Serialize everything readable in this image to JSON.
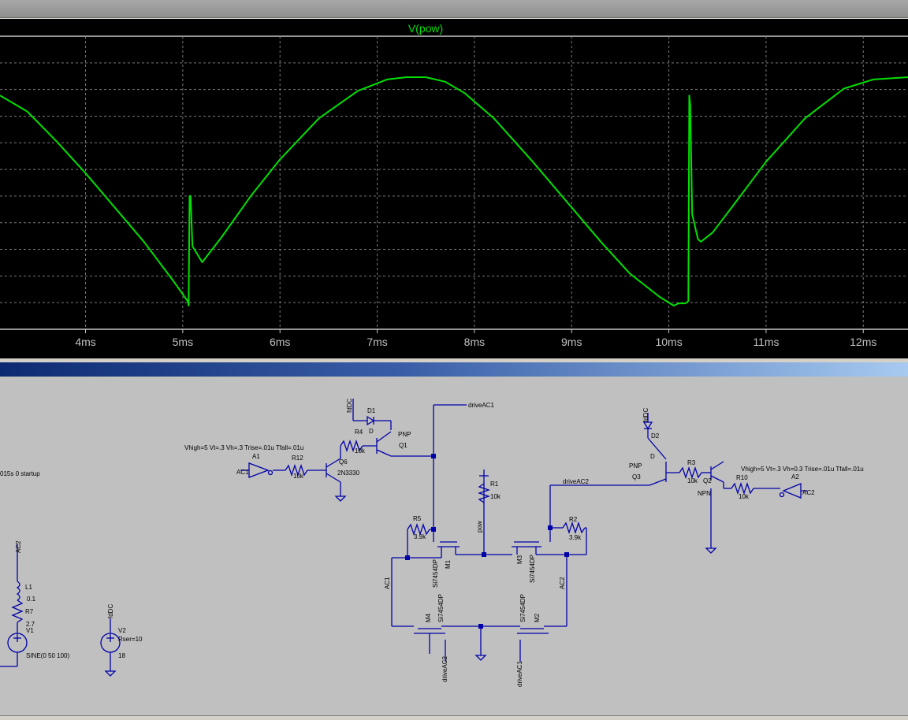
{
  "waveform": {
    "trace_label": "V(pow)",
    "colors": {
      "background": "#000000",
      "trace": "#00e000",
      "grid": "#7a7a7a",
      "tick_label": "#c0c0c0"
    }
  },
  "chart_data": {
    "type": "line",
    "title": "V(pow)",
    "x_unit": "ms",
    "x_tick_labels": [
      "4ms",
      "5ms",
      "6ms",
      "7ms",
      "8ms",
      "9ms",
      "10ms",
      "11ms",
      "12ms"
    ],
    "xlim": [
      3.12,
      12.46
    ],
    "grid": true,
    "series": [
      {
        "name": "V(pow)",
        "x": [
          3.12,
          3.4,
          3.7,
          4.0,
          4.3,
          4.6,
          4.9,
          5.05,
          5.06,
          5.07,
          5.08,
          5.1,
          5.2,
          5.4,
          5.7,
          6.0,
          6.4,
          6.8,
          7.1,
          7.3,
          7.5,
          7.7,
          7.9,
          8.2,
          8.6,
          9.0,
          9.3,
          9.6,
          9.9,
          10.05,
          10.1,
          10.15,
          10.17,
          10.2,
          10.21,
          10.22,
          10.24,
          10.3,
          10.33,
          10.45,
          10.7,
          11.0,
          11.4,
          11.8,
          12.1,
          12.46
        ],
        "y": [
          0.92,
          0.85,
          0.72,
          0.58,
          0.43,
          0.28,
          0.11,
          0.02,
          0.0,
          0.48,
          0.48,
          0.26,
          0.19,
          0.3,
          0.48,
          0.64,
          0.82,
          0.94,
          0.99,
          1.0,
          1.0,
          0.98,
          0.93,
          0.82,
          0.63,
          0.43,
          0.28,
          0.14,
          0.04,
          0.0,
          0.01,
          0.01,
          0.01,
          0.02,
          0.92,
          0.88,
          0.4,
          0.29,
          0.28,
          0.32,
          0.46,
          0.63,
          0.82,
          0.95,
          0.99,
          1.0
        ]
      }
    ]
  },
  "schematic": {
    "colors": {
      "wire": "#0000a8",
      "background": "#c0c0c0",
      "text": "#000000"
    },
    "labels": {
      "a1_params": "Vhigh=5 Vt=.3 Vh=.3 Trise=.01u Tfall=.01u",
      "a2_params": "Vhigh=5 Vt=.3 Vh=0.3 Trise=.01u Tfall=.01u",
      "tran_frag": "015s 0 startup",
      "a1": "A1",
      "ac1_in": "AC1",
      "r12": "R12",
      "r12_val": "10k",
      "q6": "Q6",
      "q6_model": "2N3330",
      "fdc_q1": "fdDC",
      "d1": "D1",
      "d1_d": "D",
      "r4": "R4",
      "r4_val": "10k",
      "pnp1": "PNP",
      "q1": "Q1",
      "driveac1_top": "driveAC1",
      "r1": "R1",
      "r1_val": "10k",
      "pow": "pow",
      "r5": "R5",
      "r5_val": "3.9k",
      "m1": "M1",
      "m1_model": "Si7454DP",
      "m3": "M3",
      "m3_model": "Si7454DP",
      "r2": "R2",
      "r2_val": "3.9k",
      "driveac2_top": "driveAC2",
      "ac1_net": "AC1",
      "ac2_net": "AC2",
      "m4": "M4",
      "m4_model": "Si7454DP",
      "m2": "M2",
      "m2_model": "Si7454DP",
      "driveac2_bot": "driveAC2",
      "driveac1_bot": "driveAC1",
      "fdc_q3": "fdDC",
      "d2": "D2",
      "d2_d": "D",
      "pnp3": "PNP",
      "q3": "Q3",
      "r3": "R3",
      "r3_val": "10k",
      "q2": "Q2",
      "npn2": "NPN",
      "r10": "R10",
      "r10_val": "10k",
      "a2": "A2",
      "ac2_out": "AC2",
      "ac2_v1": "AC2",
      "l1": "L1",
      "l1_val": "0.1",
      "r7": "R7",
      "r7_val": "2.7",
      "v1": "V1",
      "v1_src": "SINE(0 50 100)",
      "fdc_v2": "fdDC",
      "v2": "V2",
      "v2_rser": "Rser=10",
      "v2_val": "18"
    }
  }
}
